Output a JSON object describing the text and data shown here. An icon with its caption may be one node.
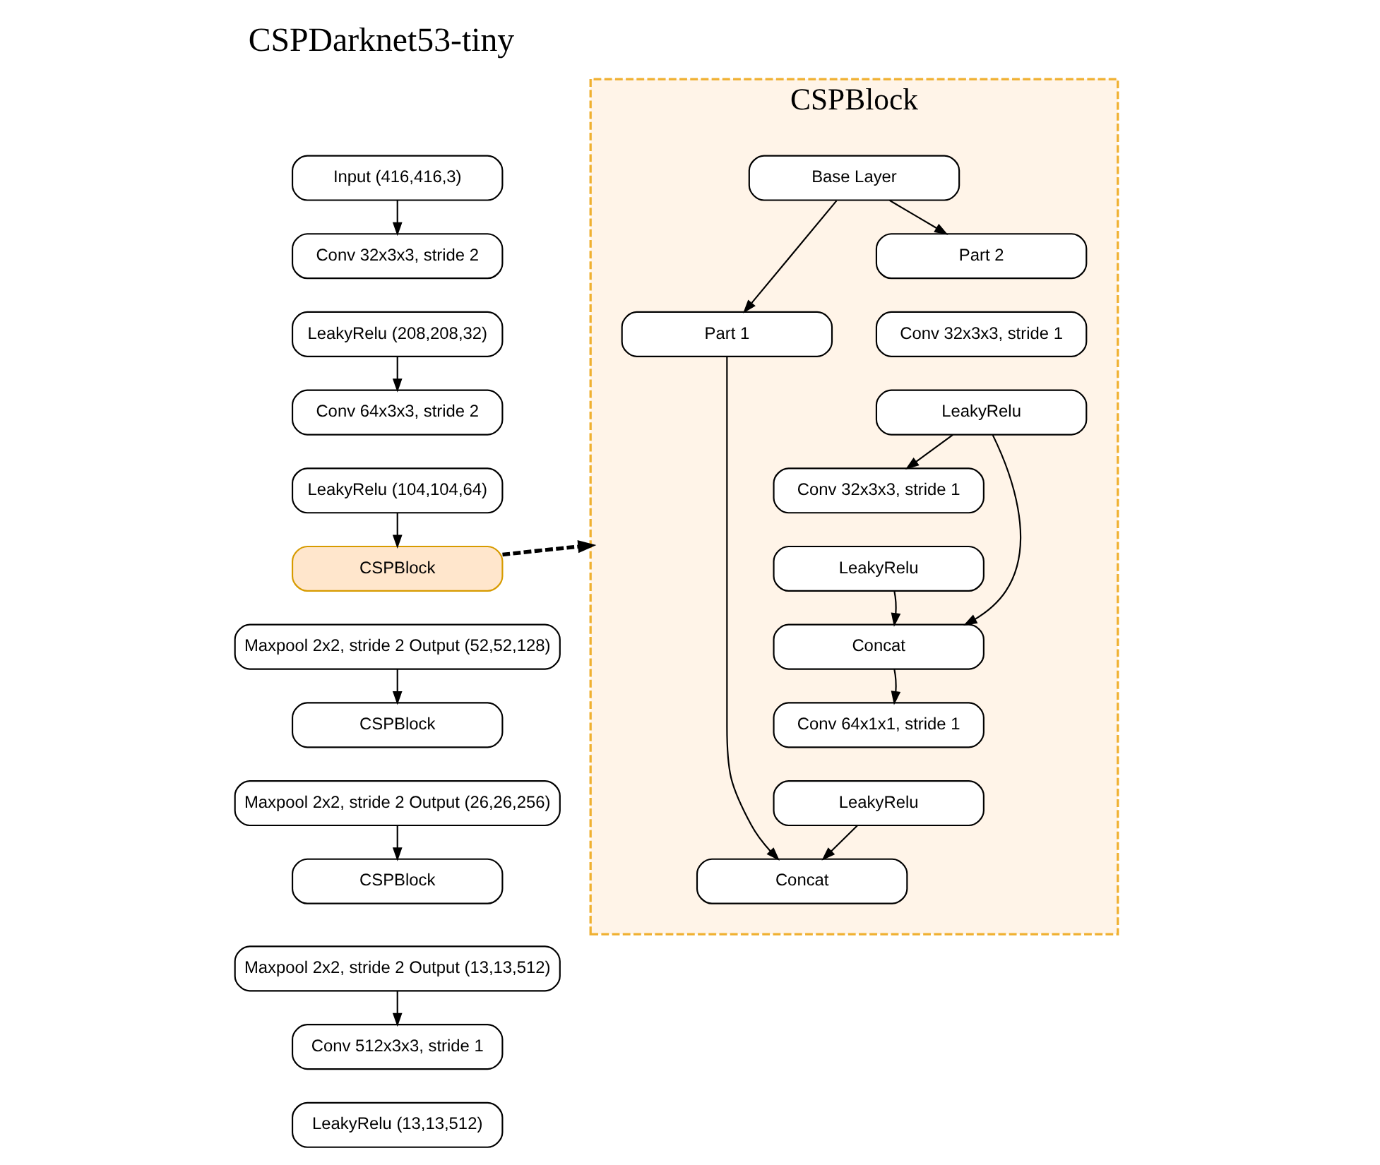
{
  "diagram": {
    "title": "CSPDarknet53-tiny",
    "nodes": [
      {
        "text": [
          "Input (416,416,3)"
        ]
      },
      {
        "text": [
          "Conv 32x3x3, stride 2"
        ]
      },
      {
        "text": [
          "LeakyRelu (208,208,32)"
        ]
      },
      {
        "text": [
          "Conv 64x3x3, stride 2"
        ]
      },
      {
        "text": [
          "LeakyRelu (104,104,64)"
        ]
      },
      {
        "text": [
          "CSPBlock"
        ]
      },
      {
        "text": [
          "Maxpool 2x2, stride 2 Output (52,52,128)"
        ]
      },
      {
        "text": [
          "CSPBlock"
        ]
      },
      {
        "text": [
          "Maxpool 2x2, stride 2 Output (26,26,256)"
        ]
      },
      {
        "text": [
          "CSPBlock"
        ]
      },
      {
        "text": [
          "Maxpool 2x2, stride 2 Output (13,13,512)"
        ]
      },
      {
        "text": [
          "Conv 512x3x3, stride 1"
        ]
      },
      {
        "text": [
          "LeakyRelu (13,13,512)"
        ]
      },
      {
        "text": [
          "CSPBlock"
        ]
      },
      {
        "text": [
          "Base Layer"
        ],
        "in": 13
      },
      {
        "text": [
          "Part 1"
        ],
        "in": 13
      },
      {
        "text": [
          "Part 2"
        ],
        "in": 13
      },
      {
        "text": [
          "Conv 32x3x3, stride 1"
        ],
        "in": 13
      },
      {
        "text": [
          "LeakyRelu"
        ],
        "in": 13
      },
      {
        "text": [
          "Conv 32x3x3, stride 1"
        ],
        "in": 13
      },
      {
        "text": [
          "LeakyRelu"
        ],
        "in": 13
      },
      {
        "text": [
          "Concat"
        ],
        "in": 13
      },
      {
        "text": [
          "Conv 64x1x1, stride 1"
        ],
        "in": 13
      },
      {
        "text": [
          "LeakyRelu"
        ],
        "in": 13
      },
      {
        "text": [
          "Concat"
        ],
        "in": 13
      }
    ],
    "edges": [
      {
        "from": 0,
        "to": 1,
        "arrow": "to"
      },
      {
        "from": 2,
        "to": 3,
        "arrow": "to"
      },
      {
        "from": 4,
        "to": 5,
        "arrow": "to"
      },
      {
        "from": 6,
        "to": 7,
        "arrow": "to"
      },
      {
        "from": 8,
        "to": 9,
        "arrow": "to"
      },
      {
        "from": 10,
        "to": 11,
        "arrow": "to"
      },
      {
        "from": 5,
        "to": 13,
        "arrow": "to",
        "style": "dashed"
      },
      {
        "from": 14,
        "to": 15,
        "arrow": "to"
      },
      {
        "from": 14,
        "to": 16,
        "arrow": "to"
      },
      {
        "from": 15,
        "to": 24,
        "arrow": "to"
      },
      {
        "from": 18,
        "to": 19,
        "arrow": "to"
      },
      {
        "from": 18,
        "to": 21,
        "arrow": "to"
      },
      {
        "from": 20,
        "to": 21,
        "arrow": "to"
      },
      {
        "from": 21,
        "to": 22,
        "arrow": "to"
      },
      {
        "from": 23,
        "to": 24,
        "arrow": "to"
      }
    ]
  }
}
